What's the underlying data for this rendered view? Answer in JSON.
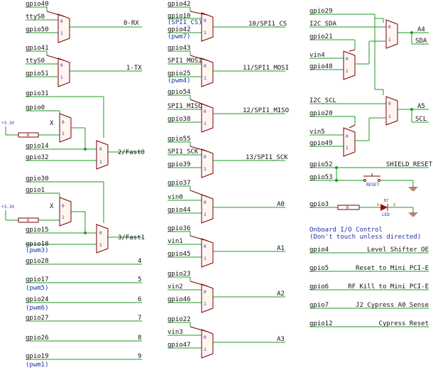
{
  "col1": {
    "m1": {
      "a": "gpio40",
      "b": "ttyS0",
      "c": "gpio50",
      "out": "0-RX"
    },
    "m2": {
      "a": "gpio41",
      "b": "ttyS0",
      "c": "gpio51",
      "out": "1-TX"
    },
    "f0": {
      "a": "gpio31",
      "b": "gpio0",
      "c": "gpio14",
      "d": "gpio32",
      "out": "2/Fast0"
    },
    "f1": {
      "a": "gpio30",
      "b": "gpio1",
      "c": "gpio15",
      "d": "gpio18",
      "d_alt": "(pwm3)",
      "out": "3/Fast1"
    },
    "p4": {
      "name": "gpio28",
      "out": "4"
    },
    "p5": {
      "name": "gpio17",
      "alt": "(pwm5)",
      "out": "5"
    },
    "p6": {
      "name": "gpio24",
      "alt": "(pwm6)",
      "out": "6"
    },
    "p7": {
      "name": "gpio27",
      "out": "7"
    },
    "p8": {
      "name": "gpio26",
      "out": "8"
    },
    "p9": {
      "name": "gpio19",
      "alt": "(pwm1)",
      "out": "9"
    }
  },
  "col2": {
    "cs": {
      "a": "gpio42",
      "b": "gpio10",
      "b_alt": "(SPI1_CS)",
      "c": "gpio42",
      "c_alt": "(pwm7)",
      "out": "10/SPI1_CS"
    },
    "mosi": {
      "a": "gpio43",
      "b": "SPI1_MOSI",
      "c": "gpio25",
      "c_alt": "(pwm4)",
      "out": "11/SPI1_MOSI"
    },
    "miso": {
      "a": "gpio54",
      "b": "SPI1_MISO",
      "c": "gpio38",
      "out": "12/SPI1_MISO"
    },
    "sck": {
      "a": "gpio55",
      "b": "SPI1_SCK",
      "c": "gpio39",
      "out": "13/SPI1_SCK"
    },
    "a0": {
      "a": "gpio37",
      "b": "vin0",
      "c": "gpio44",
      "out": "A0"
    },
    "a1": {
      "a": "gpio36",
      "b": "vin1",
      "c": "gpio45",
      "out": "A1"
    },
    "a2": {
      "a": "gpio23",
      "b": "vin2",
      "c": "gpio46",
      "out": "A2"
    },
    "a3": {
      "a": "gpio22",
      "b": "vin3",
      "c": "gpio47",
      "out": "A3"
    }
  },
  "col3": {
    "a4": {
      "top": "gpio29",
      "sda": "I2C_SDA",
      "a": "gpio21",
      "vin": "vin4",
      "c": "gpio48",
      "out": "A4",
      "out2": "SDA"
    },
    "a5": {
      "sda": "I2C_SCL",
      "a": "gpio20",
      "vin": "vin5",
      "c": "gpio49",
      "out": "A5",
      "out2": "SCL"
    },
    "shield": {
      "a": "gpio52",
      "b": "gpio53",
      "net": "SHIELD_RESET",
      "btn": "RESET"
    },
    "led": {
      "name": "gpio3",
      "label": "LED",
      "ref": "D7",
      "p1": "1",
      "p2": "2"
    },
    "note1": "Onboard I/O Control",
    "note2": "(Don't touch unless directed)",
    "ctrl": [
      {
        "pin": "gpio4",
        "desc": "Level Shifter OE"
      },
      {
        "pin": "gpio5",
        "desc": "Reset to Mini PCI-E"
      },
      {
        "pin": "gpio6",
        "desc": "RF Kill to Mini PCI-E"
      },
      {
        "pin": "gpio7",
        "desc": "J2 Cypress A0 Sense"
      },
      {
        "pin": "gpio12",
        "desc": "Cypress Reset"
      }
    ]
  },
  "misc": {
    "v33": "+3.3V",
    "r": "R",
    "s0": "0",
    "s1": "1",
    "x": "X"
  }
}
